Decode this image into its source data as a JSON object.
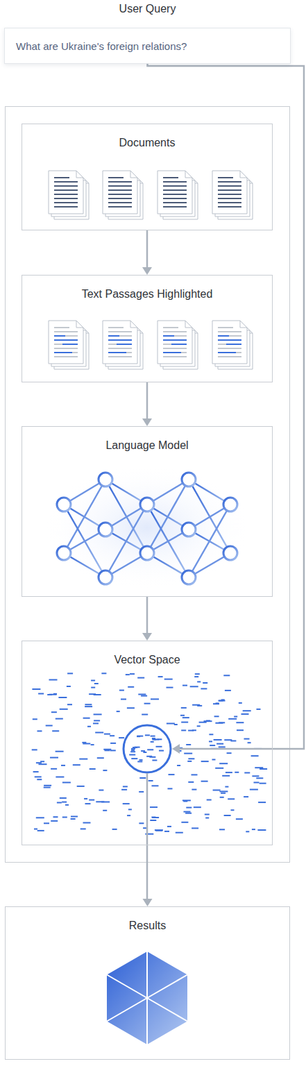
{
  "diagram": {
    "nodes": [
      {
        "text": [
          "User Query",
          "What are Ukraine's foreign relations?"
        ]
      },
      {
        "text": [
          "Documents"
        ]
      },
      {
        "text": [
          "Text Passages Highlighted"
        ]
      },
      {
        "text": [
          "Language Model"
        ]
      },
      {
        "text": [
          "Vector Space"
        ]
      },
      {
        "text": [
          "Results"
        ]
      }
    ],
    "edges": [
      {
        "from": 1,
        "to": 2,
        "arrow": "to"
      },
      {
        "from": 2,
        "to": 3,
        "arrow": "to"
      },
      {
        "from": 3,
        "to": 4,
        "arrow": "to"
      },
      {
        "from": 0,
        "to": 4,
        "arrow": "to"
      },
      {
        "from": 4,
        "to": 5,
        "arrow": "to"
      }
    ]
  }
}
